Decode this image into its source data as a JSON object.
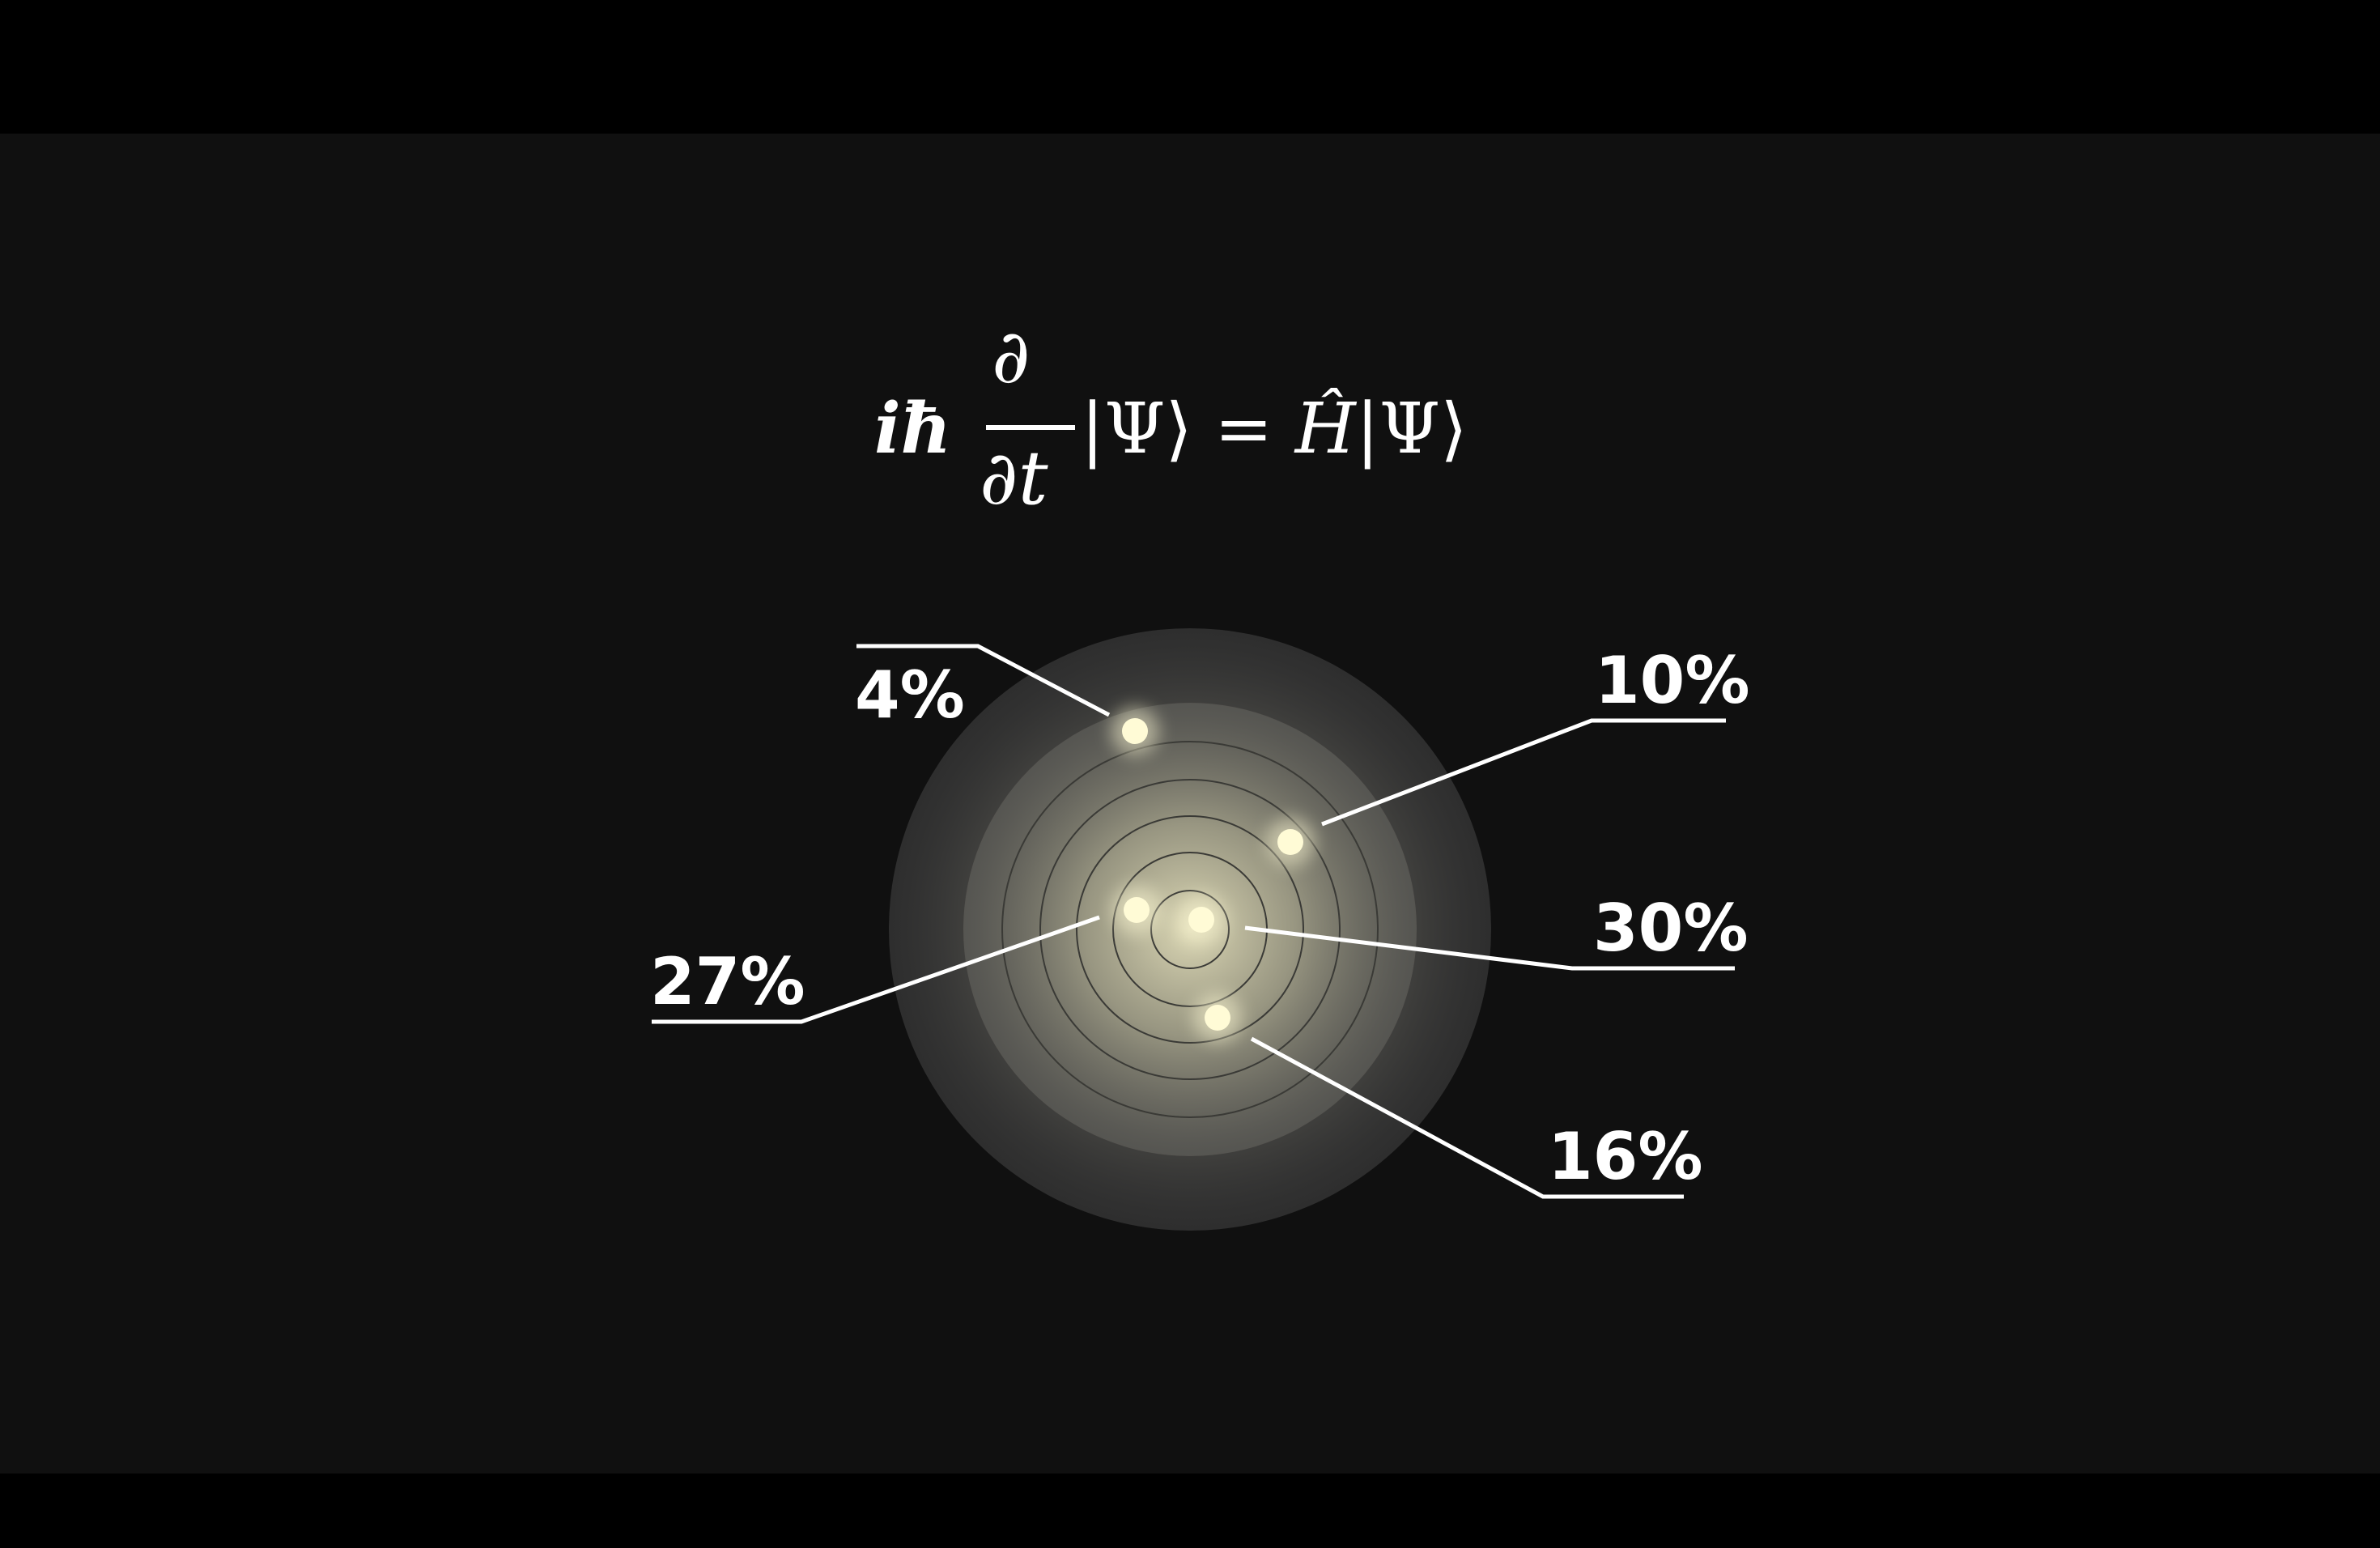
{
  "equation": {
    "left": "iħ",
    "numerator": "∂",
    "denominator": "∂t",
    "psi_ket": "|Ψ⟩",
    "equals": "=",
    "hamiltonian": "Ĥ",
    "psi_ket_right": "|Ψ⟩"
  },
  "diagram": {
    "particles": [
      {
        "id": "top-left",
        "label": "4%"
      },
      {
        "id": "right",
        "label": "10%"
      },
      {
        "id": "center",
        "label": "30%"
      },
      {
        "id": "center-left",
        "label": "27%"
      },
      {
        "id": "bottom",
        "label": "16%"
      }
    ]
  },
  "colors": {
    "background": "#101010",
    "letterbox": "#000000",
    "particle": "#fffbd6",
    "glow": "#f5f0c8",
    "text": "#ffffff"
  }
}
